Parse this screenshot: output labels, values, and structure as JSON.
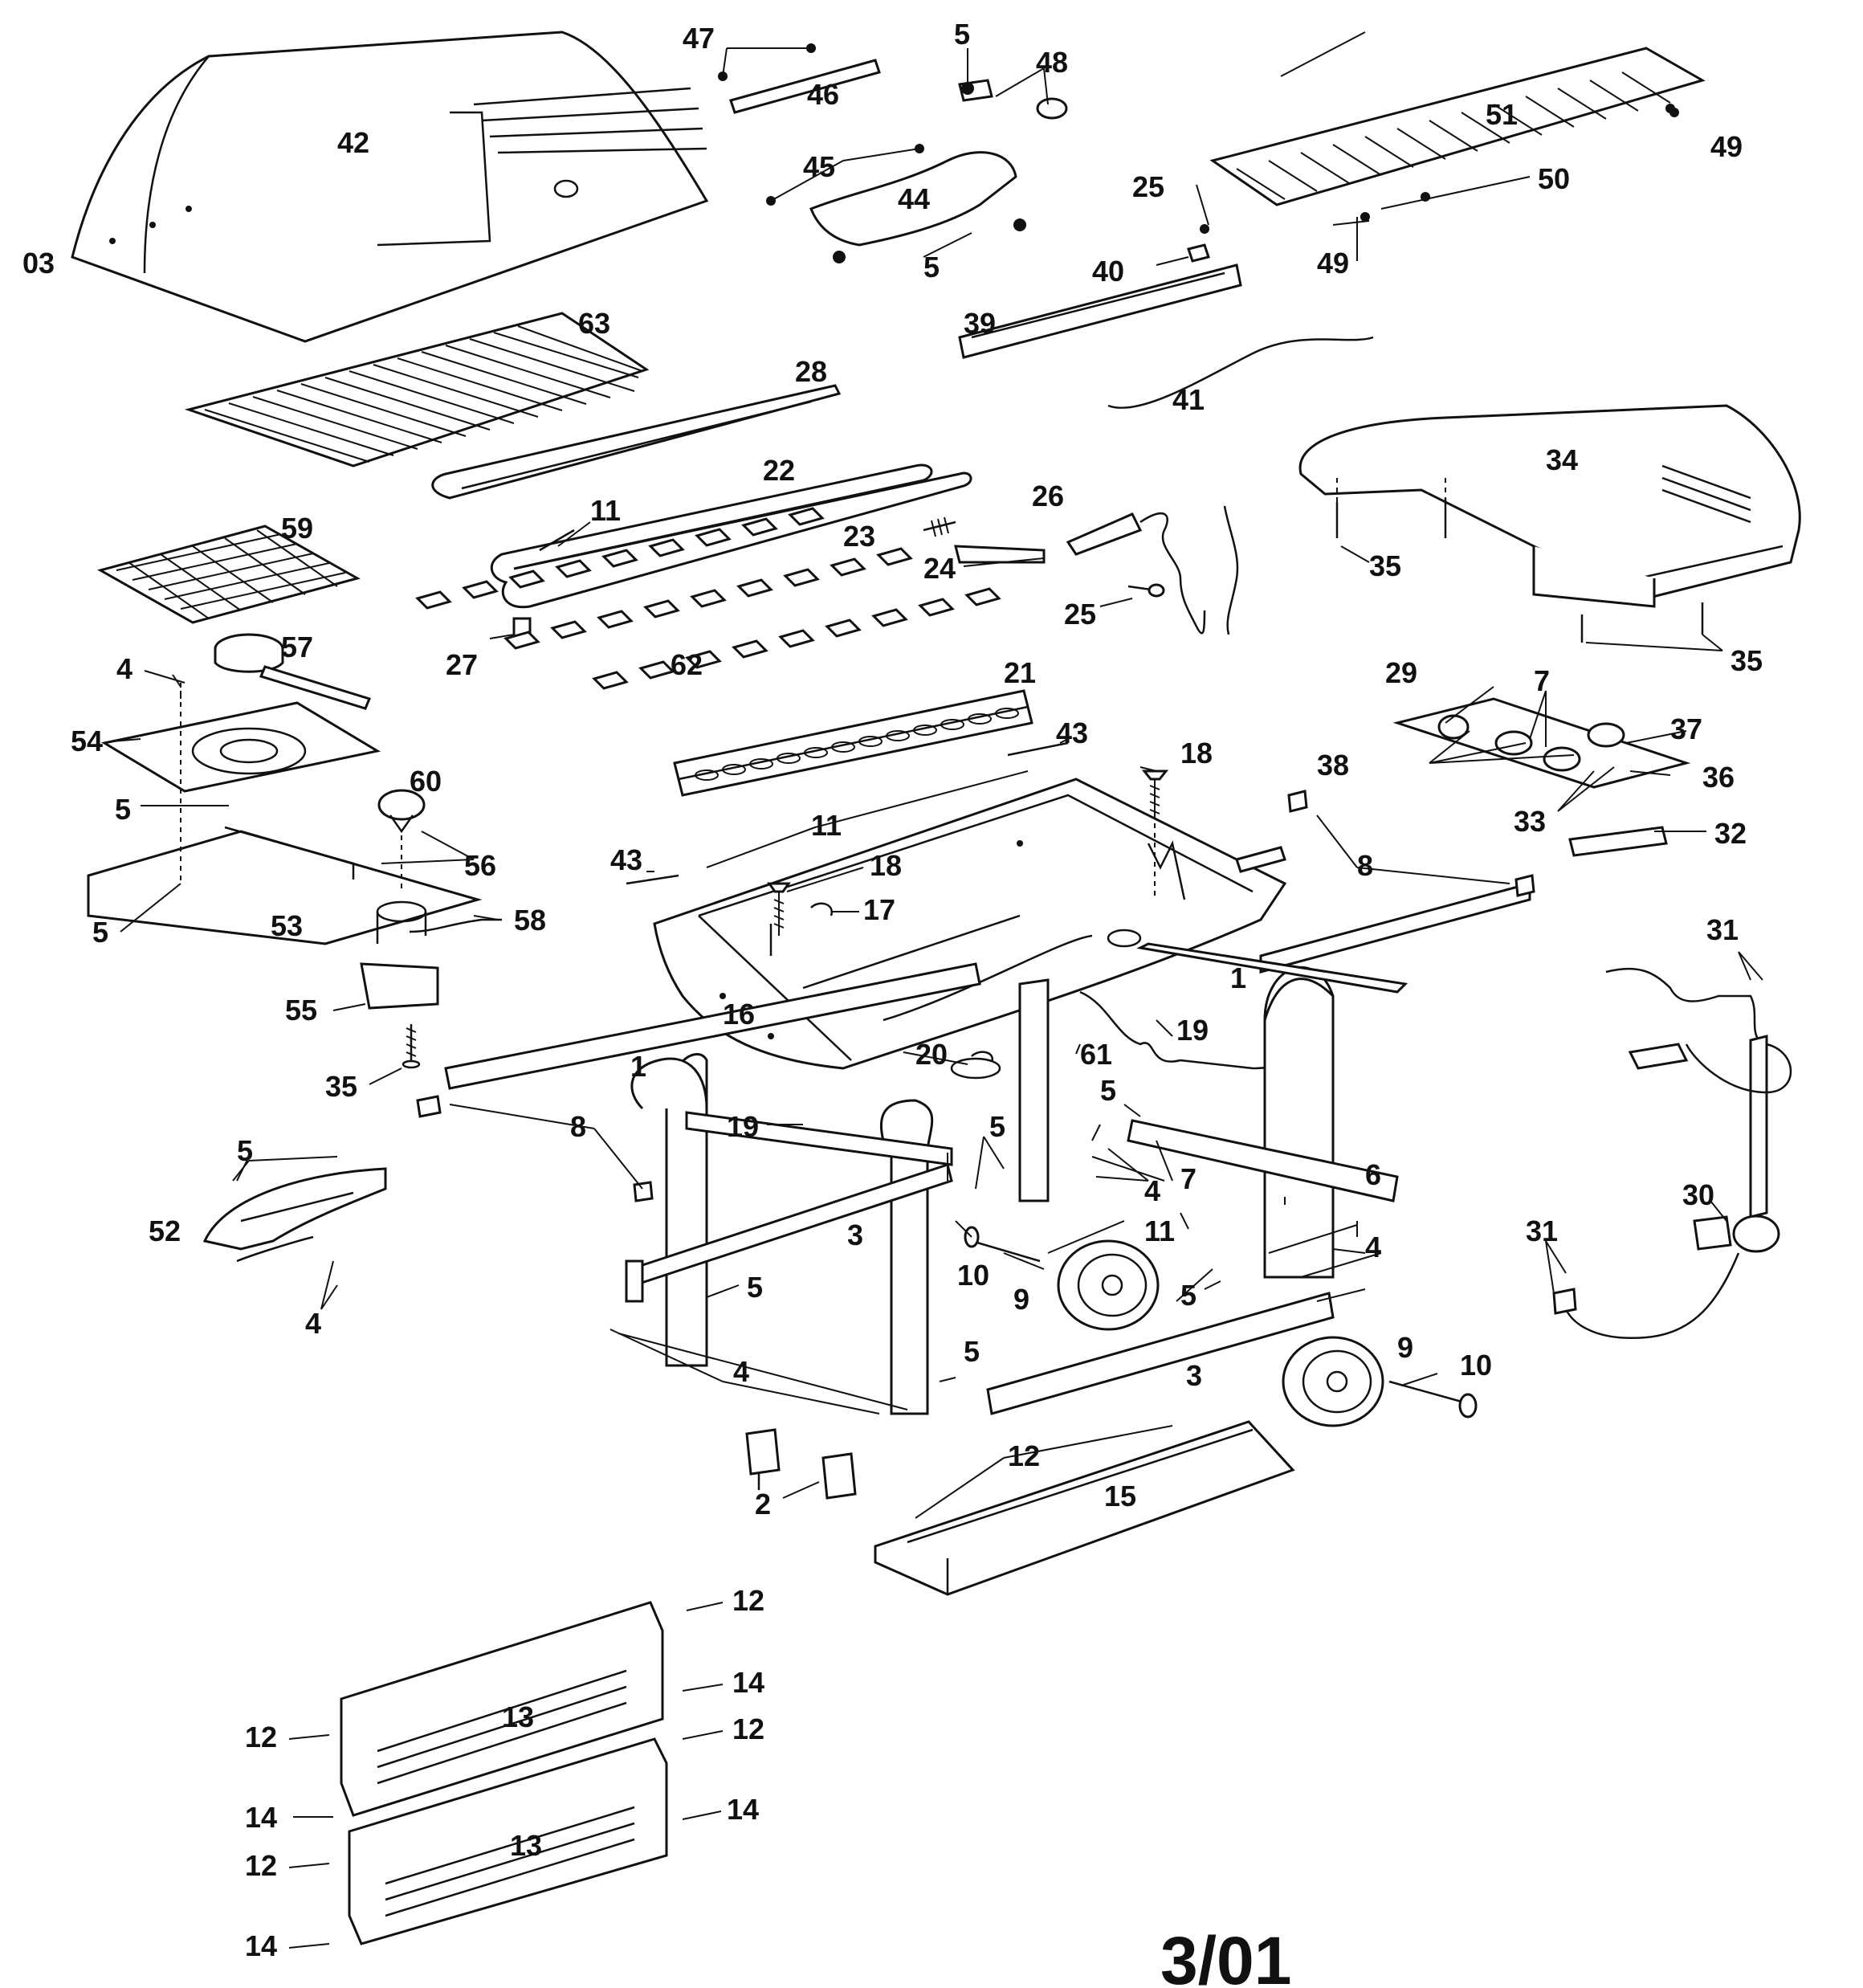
{
  "diagram": {
    "date_code": "3/01",
    "cropped_label": "03",
    "part_labels": [
      "1",
      "2",
      "3",
      "4",
      "5",
      "6",
      "7",
      "8",
      "9",
      "10",
      "11",
      "12",
      "13",
      "14",
      "15",
      "16",
      "17",
      "18",
      "19",
      "20",
      "21",
      "22",
      "23",
      "24",
      "25",
      "26",
      "27",
      "28",
      "29",
      "30",
      "31",
      "32",
      "33",
      "34",
      "35",
      "36",
      "37",
      "38",
      "39",
      "40",
      "41",
      "42",
      "43",
      "44",
      "45",
      "46",
      "47",
      "48",
      "49",
      "50",
      "51",
      "52",
      "53",
      "54",
      "55",
      "56",
      "57",
      "58",
      "59",
      "60",
      "61",
      "62",
      "63"
    ]
  }
}
